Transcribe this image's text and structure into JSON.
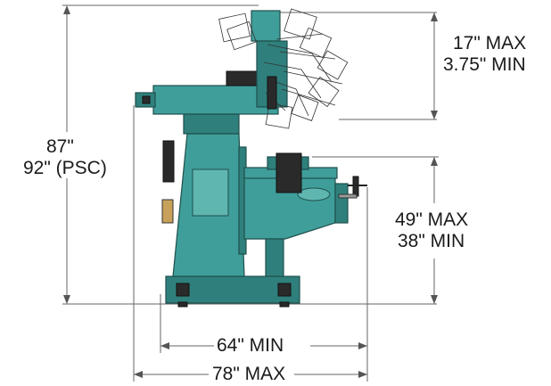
{
  "dimensions": {
    "overall_height": {
      "line1": "87\"",
      "line2": "92\" (PSC)"
    },
    "ram_travel": {
      "line1": "17\" MAX",
      "line2": "3.75\" MIN"
    },
    "table_height": {
      "line1": "49\" MAX",
      "line2": "38\" MIN"
    },
    "width_min": "64\" MIN",
    "width_max": "78\" MAX"
  },
  "colors": {
    "machine_body": "#3f9e9a",
    "machine_outline": "#1f4f4d",
    "dimension_lines": "#666666",
    "text": "#1a1a1a"
  }
}
